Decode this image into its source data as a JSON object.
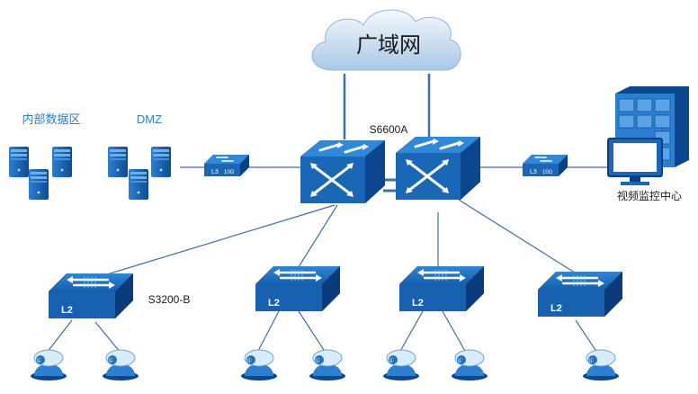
{
  "cloud": {
    "label": "广域网"
  },
  "labels": {
    "internal_zone": "内部数据区",
    "dmz": "DMZ",
    "core_switch": "S6600A",
    "access_switch": "S3200-B",
    "monitor_center": "视频监控中心"
  },
  "device_text": {
    "layer3": "L3",
    "ten_g": "10G",
    "layer2": "L2",
    "ip": "IP"
  },
  "colors": {
    "zone_label": "#2e7ec6",
    "link": "#3a6fb0",
    "switch_top": "#1f74c4",
    "switch_side": "#0b3f85"
  }
}
